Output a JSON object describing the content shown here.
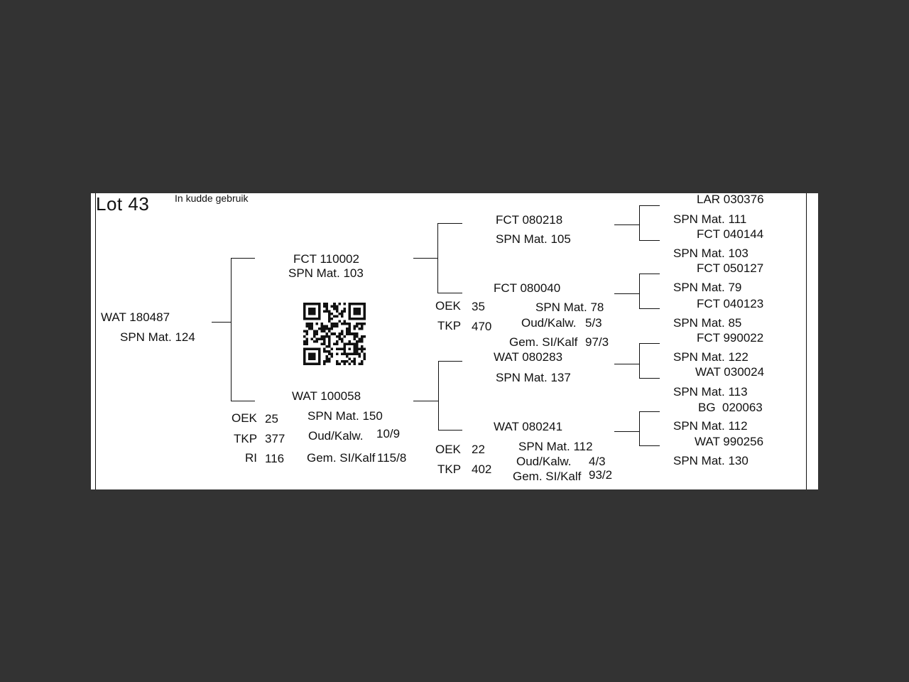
{
  "lot": {
    "title": "Lot 43",
    "status": "In kudde gebruik"
  },
  "subject": {
    "id": "WAT 180487",
    "mat": "SPN Mat. 124"
  },
  "sire": {
    "id": "FCT 110002",
    "mat": "SPN Mat. 103"
  },
  "dam": {
    "id": "WAT 100058",
    "mat": "SPN Mat. 150",
    "oek_label": "OEK",
    "oek": "25",
    "tkp_label": "TKP",
    "tkp": "377",
    "ri_label": "RI",
    "ri": "116",
    "oud_label": "Oud/Kalw.",
    "oud": "10/9",
    "gem_label": "Gem. SI/Kalf",
    "gem": "115/8"
  },
  "gen3": {
    "ss": {
      "id": "FCT 080218",
      "mat": "SPN Mat. 105"
    },
    "sd": {
      "id": "FCT 080040",
      "mat": "SPN Mat. 78",
      "oek_label": "OEK",
      "oek": "35",
      "tkp_label": "TKP",
      "tkp": "470",
      "oud_label": "Oud/Kalw.",
      "oud": "5/3",
      "gem_label": "Gem. SI/Kalf",
      "gem": "97/3"
    },
    "ds": {
      "id": "WAT 080283",
      "mat": "SPN Mat. 137"
    },
    "dd": {
      "id": "WAT 080241",
      "mat": "SPN Mat. 112",
      "oek_label": "OEK",
      "oek": "22",
      "tkp_label": "TKP",
      "tkp": "402",
      "oud_label": "Oud/Kalw.",
      "oud": "4/3",
      "gem_label": "Gem. SI/Kalf",
      "gem": "93/2"
    }
  },
  "gen4": [
    {
      "id": "LAR 030376",
      "mat": "SPN Mat. 111"
    },
    {
      "id": "FCT 040144",
      "mat": "SPN Mat. 103"
    },
    {
      "id": "FCT 050127",
      "mat": "SPN Mat. 79"
    },
    {
      "id": "FCT 040123",
      "mat": "SPN Mat. 85"
    },
    {
      "id": "FCT 990022",
      "mat": "SPN Mat. 122"
    },
    {
      "id": "WAT 030024",
      "mat": "SPN Mat. 113"
    },
    {
      "id": "BG  020063",
      "mat": "SPN Mat. 112"
    },
    {
      "id": "WAT 990256",
      "mat": "SPN Mat. 130"
    }
  ]
}
